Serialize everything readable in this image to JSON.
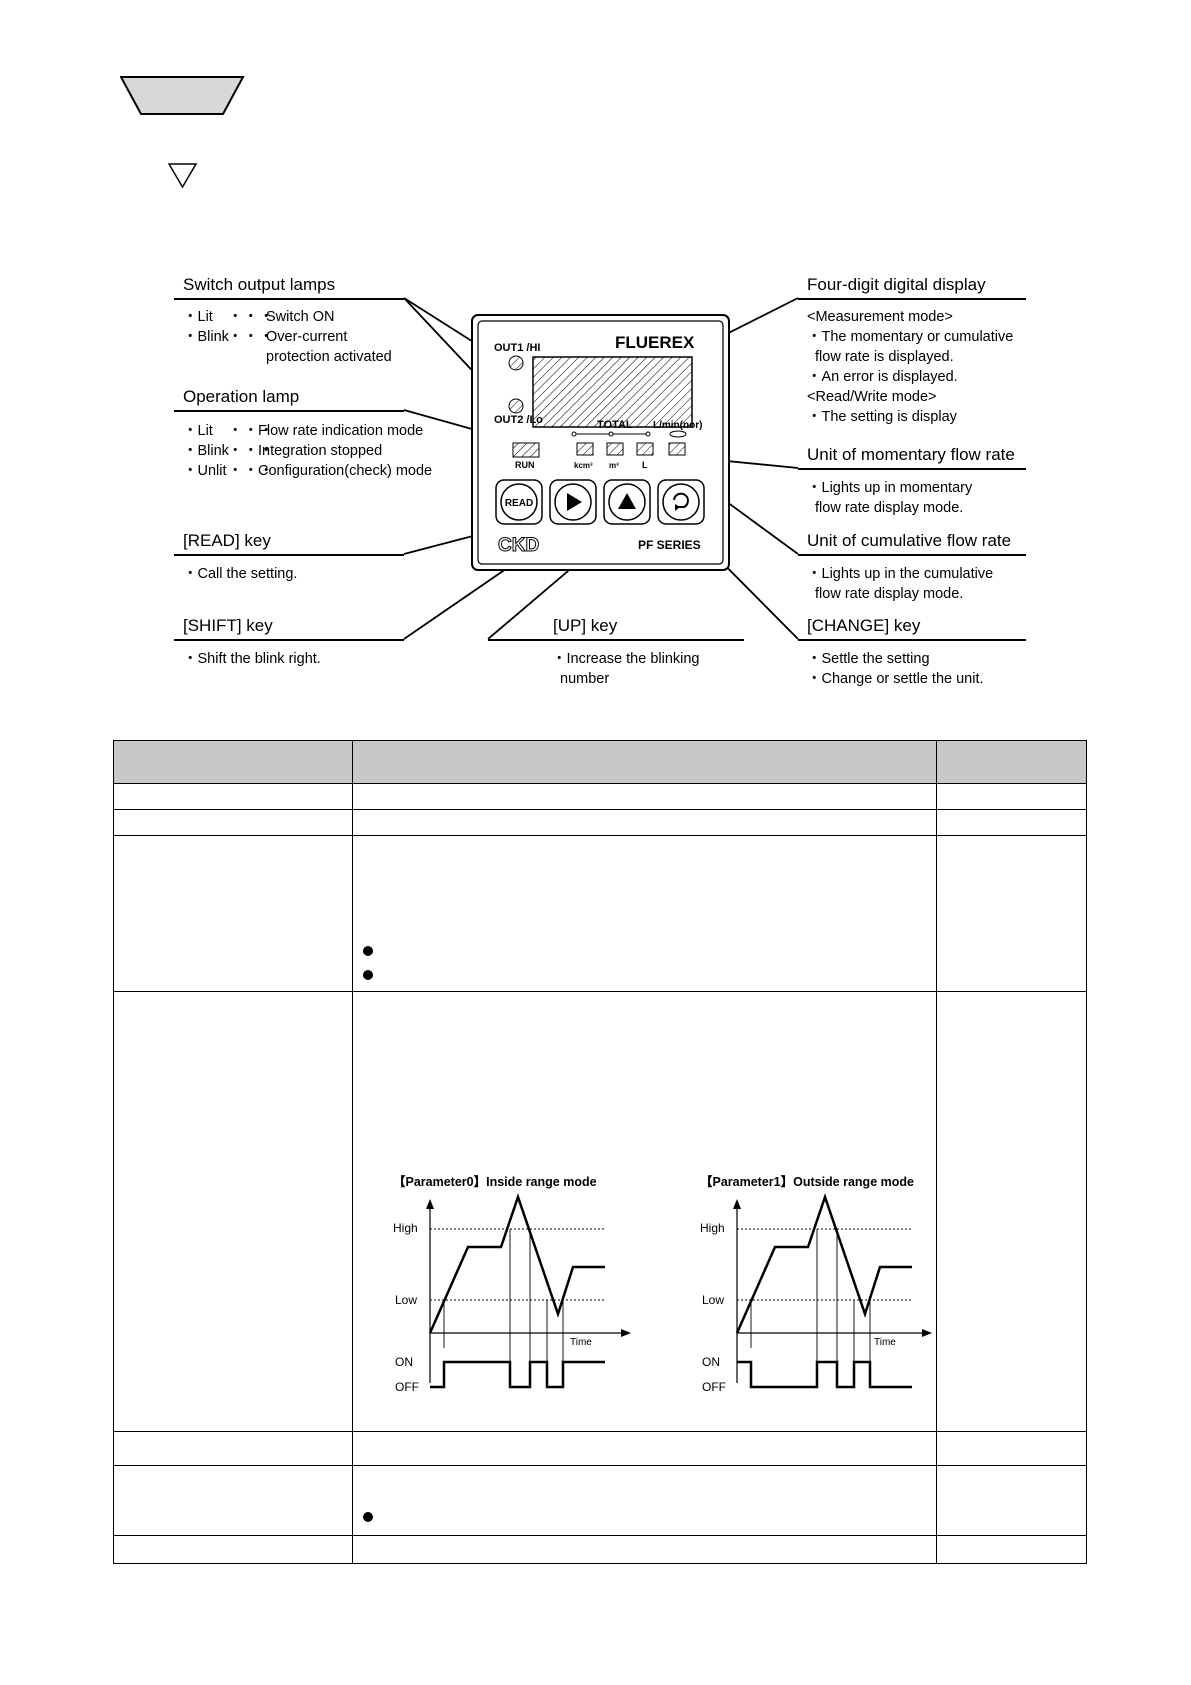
{
  "callouts": {
    "switch_output_lamps": {
      "title": "Switch output lamps",
      "lines": [
        {
          "k": "・Lit",
          "dots": "・・・",
          "v": "Switch ON"
        },
        {
          "k": "・Blink",
          "dots": "・・・",
          "v": "Over-current"
        },
        {
          "k": "",
          "dots": "",
          "v": "protection activated"
        }
      ]
    },
    "operation_lamp": {
      "title": "Operation lamp",
      "lines": [
        {
          "k": "・Lit",
          "dots": "・・・",
          "v": "Flow rate indication mode"
        },
        {
          "k": "・Blink",
          "dots": "・・・",
          "v": "Integration stopped"
        },
        {
          "k": "・Unlit",
          "dots": "・・・",
          "v": "Configuration(check) mode"
        }
      ]
    },
    "read_key": {
      "title": "[READ] key",
      "lines": [
        "・Call the setting."
      ]
    },
    "shift_key": {
      "title": "[SHIFT] key",
      "lines": [
        "・Shift the blink right."
      ]
    },
    "up_key": {
      "title": "[UP] key",
      "lines": [
        "・Increase the blinking",
        "number"
      ]
    },
    "display": {
      "title": "Four-digit digital display",
      "lines": [
        "<Measurement mode>",
        "・The momentary or cumulative",
        "flow rate is displayed.",
        "・An error is displayed.",
        "<Read/Write mode>",
        "・The setting is display"
      ]
    },
    "unit_momentary": {
      "title": "Unit of momentary flow rate",
      "lines": [
        "・Lights up in momentary",
        "flow rate display mode."
      ]
    },
    "unit_cumulative": {
      "title": "Unit of cumulative flow rate",
      "lines": [
        "・Lights up in the cumulative",
        "flow rate display mode."
      ]
    },
    "change_key": {
      "title": "[CHANGE] key",
      "lines": [
        "・Settle the setting",
        "・Change or settle the unit."
      ]
    }
  },
  "device": {
    "brand": "FLUEREX",
    "out1": "OUT1 /HI",
    "out2": "OUT2 /Lo",
    "total": "TOTAL",
    "unit_rate": "L/min(nor)",
    "run": "RUN",
    "u1": "kcm³",
    "u2": "m³",
    "u3": "L",
    "read_btn": "READ",
    "logo": "CKD",
    "series": "PF SERIES"
  },
  "graphs": [
    {
      "title": "【Parameter0】Inside range mode",
      "high": "High",
      "low": "Low",
      "time": "Time",
      "on": "ON",
      "off": "OFF"
    },
    {
      "title": "【Parameter1】Outside range mode",
      "high": "High",
      "low": "Low",
      "time": "Time",
      "on": "ON",
      "off": "OFF"
    }
  ]
}
